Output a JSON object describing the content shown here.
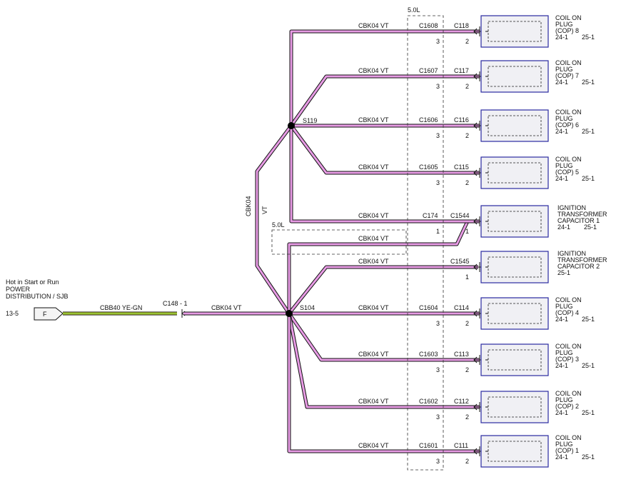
{
  "engine_variant_label": "5.0L",
  "source": {
    "title_line1": "Hot in Start or Run",
    "title_line2": "POWER",
    "title_line3": "DISTRIBUTION / SJB",
    "page_ref": "13-5",
    "fuse_label": "F",
    "wire_label": "CBB40  YE-GN",
    "connector_label": "C148 - 1"
  },
  "trunk": {
    "wire_label": "CBK04  VT",
    "splice_lower": "S104",
    "splice_upper": "S119",
    "vertical_label_1": "CBK04",
    "vertical_label_2": "VT"
  },
  "branches": [
    {
      "wire": "CBK04  VT",
      "inline_conn": "C1608",
      "inline_pin": "3",
      "comp_conn": "C118",
      "comp_pin": "2",
      "comp_lines": [
        "COIL ON",
        "PLUG",
        "(COP) 8"
      ],
      "refs": [
        "24-1",
        "25-1"
      ]
    },
    {
      "wire": "CBK04  VT",
      "inline_conn": "C1607",
      "inline_pin": "3",
      "comp_conn": "C117",
      "comp_pin": "2",
      "comp_lines": [
        "COIL ON",
        "PLUG",
        "(COP) 7"
      ],
      "refs": [
        "24-1",
        "25-1"
      ]
    },
    {
      "wire": "CBK04  VT",
      "inline_conn": "C1606",
      "inline_pin": "3",
      "comp_conn": "C116",
      "comp_pin": "2",
      "comp_lines": [
        "COIL ON",
        "PLUG",
        "(COP) 6"
      ],
      "refs": [
        "24-1",
        "25-1"
      ]
    },
    {
      "wire": "CBK04  VT",
      "inline_conn": "C1605",
      "inline_pin": "3",
      "comp_conn": "C115",
      "comp_pin": "2",
      "comp_lines": [
        "COIL ON",
        "PLUG",
        "(COP) 5"
      ],
      "refs": [
        "24-1",
        "25-1"
      ]
    },
    {
      "wire": "CBK04  VT",
      "inline_conn": "C174",
      "inline_pin": "1",
      "comp_conn": "C1544",
      "comp_pin": "1",
      "comp_lines": [
        "IGNITION",
        "TRANSFORMER",
        "CAPACITOR 1"
      ],
      "refs": [
        "24-1",
        "25-1"
      ]
    },
    {
      "wire": "CBK04  VT",
      "inline_conn": "",
      "inline_pin": "",
      "comp_conn": "C1545",
      "comp_pin": "1",
      "comp_lines": [
        "IGNITION",
        "TRANSFORMER",
        "CAPACITOR 2"
      ],
      "refs": [
        "25-1",
        ""
      ]
    },
    {
      "wire": "CBK04  VT",
      "inline_conn": "C1604",
      "inline_pin": "3",
      "comp_conn": "C114",
      "comp_pin": "2",
      "comp_lines": [
        "COIL ON",
        "PLUG",
        "(COP) 4"
      ],
      "refs": [
        "24-1",
        "25-1"
      ]
    },
    {
      "wire": "CBK04  VT",
      "inline_conn": "C1603",
      "inline_pin": "3",
      "comp_conn": "C113",
      "comp_pin": "2",
      "comp_lines": [
        "COIL ON",
        "PLUG",
        "(COP) 3"
      ],
      "refs": [
        "24-1",
        "25-1"
      ]
    },
    {
      "wire": "CBK04  VT",
      "inline_conn": "C1602",
      "inline_pin": "3",
      "comp_conn": "C112",
      "comp_pin": "2",
      "comp_lines": [
        "COIL ON",
        "PLUG",
        "(COP) 2"
      ],
      "refs": [
        "24-1",
        "25-1"
      ]
    },
    {
      "wire": "CBK04  VT",
      "inline_conn": "C1601",
      "inline_pin": "3",
      "comp_conn": "C111",
      "comp_pin": "2",
      "comp_lines": [
        "COIL ON",
        "PLUG",
        "(COP) 1"
      ],
      "refs": [
        "24-1",
        "25-1"
      ]
    }
  ],
  "jumper": {
    "wire": "CBK04  VT",
    "variant_label": "5.0L"
  },
  "colors": {
    "wire_violet": "#e79be4",
    "wire_yellow_green": "#d8e83a",
    "component_border": "#2a2aa0"
  }
}
